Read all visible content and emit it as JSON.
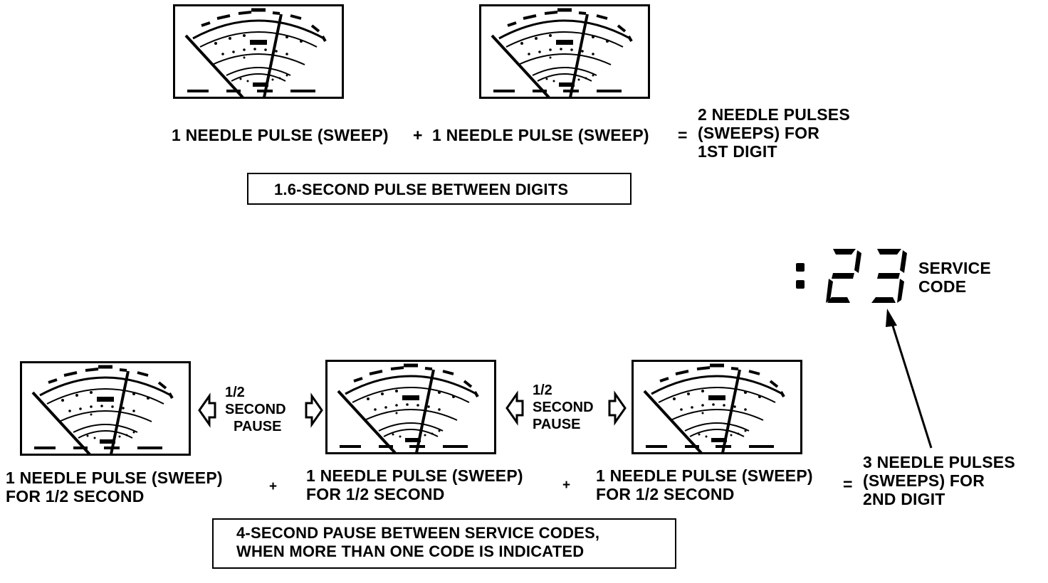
{
  "top": {
    "equation": {
      "pulse_a": "1 NEEDLE PULSE (SWEEP)",
      "plus": "+",
      "pulse_b": "1 NEEDLE PULSE (SWEEP)",
      "equals": "=",
      "result_lines": [
        "2 NEEDLE PULSES",
        "(SWEEPS) FOR",
        "1ST DIGIT"
      ]
    },
    "pause_box": "1.6-SECOND PULSE BETWEEN DIGITS"
  },
  "service_code": {
    "colon": ":",
    "digits": "23",
    "label_lines": [
      "SERVICE",
      "CODE"
    ]
  },
  "bottom": {
    "pause_label_lines": [
      "1/2",
      "SECOND",
      "PAUSE"
    ],
    "pulse_lines": [
      "1 NEEDLE PULSE (SWEEP)",
      "FOR 1/2 SECOND"
    ],
    "plus": "+",
    "equals": "=",
    "result_lines": [
      "3 NEEDLE PULSES",
      "(SWEEPS) FOR",
      "2ND DIGIT"
    ],
    "pause_box_lines": [
      "4-SECOND PAUSE BETWEEN SERVICE CODES,",
      "WHEN MORE THAN ONE CODE IS INDICATED"
    ]
  },
  "icons": {
    "meter": "analog-meter-icon",
    "pause_arrow": "double-arrow-icon",
    "pointer": "arrow-pointer-icon"
  }
}
